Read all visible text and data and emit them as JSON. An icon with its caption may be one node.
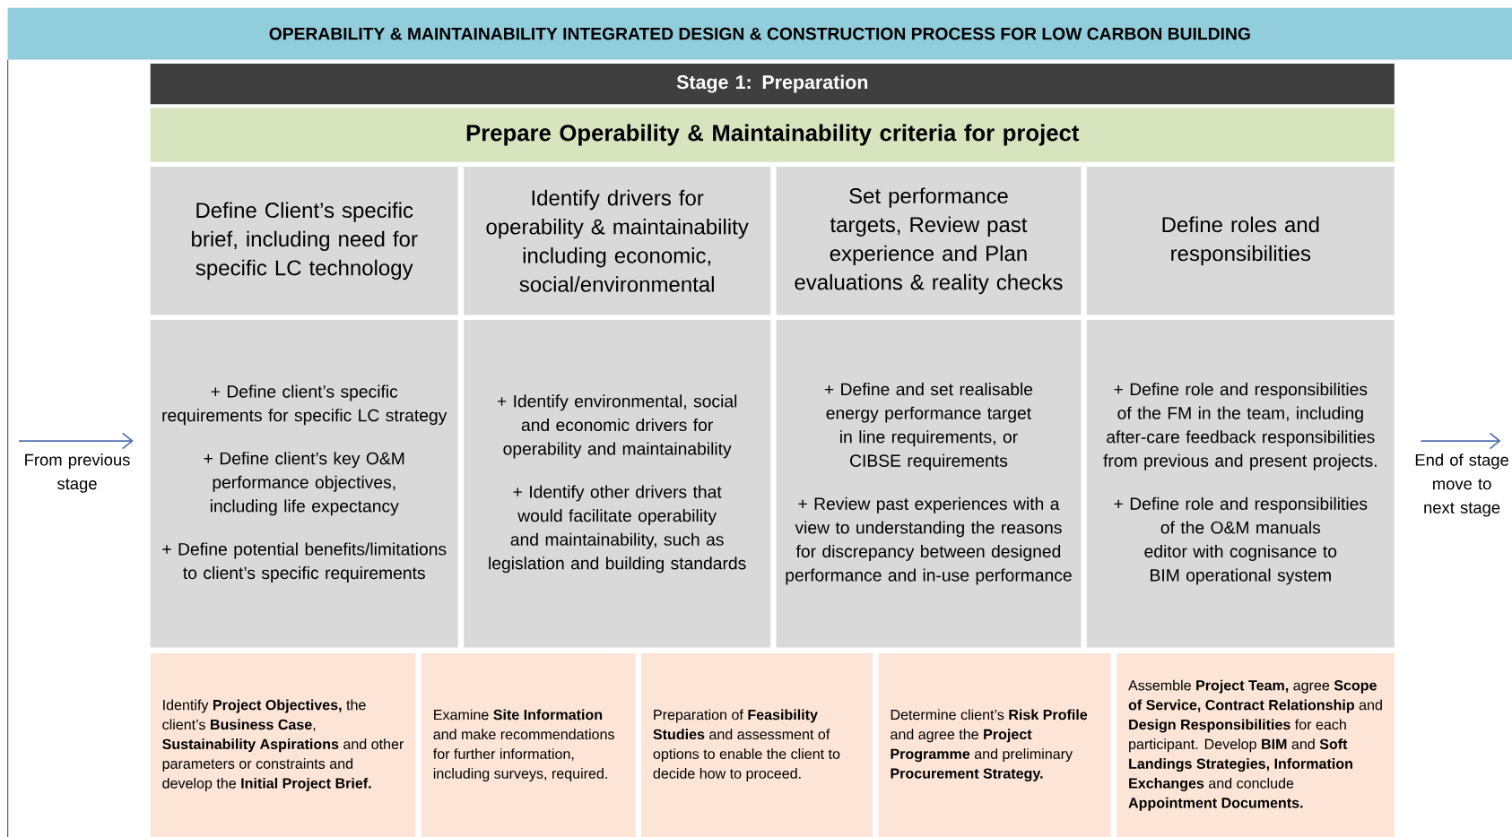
{
  "diagram": {
    "title": "OPERABILITY & MAINTAINABILITY INTEGRATED DESIGN & CONSTRUCTION PROCESS FOR LOW CARBON BUILDING",
    "nodes": [
      {
        "text": [
          "Stage 1: Preparation"
        ]
      },
      {
        "text": [
          "Prepare Operability & Maintainability criteria for project"
        ]
      },
      {
        "text": [
          "Define Client’s specific brief, including need for specific LC technology"
        ]
      },
      {
        "text": [
          "Identify drivers for operability & maintainability including economic, social/environmental"
        ]
      },
      {
        "text": [
          "Set performance targets, Review past experience and Plan evaluations & reality checks"
        ]
      },
      {
        "text": [
          "Define roles and responsibilities"
        ]
      },
      {
        "text": [
          "+ Define client’s specific requirements for specific LC strategy",
          "+ Define client’s key O&M performance objectives, including life expectancy",
          "+ Define potential benefits/limitations to client’s specific requirements"
        ]
      },
      {
        "text": [
          "+ Identify environmental, social and economic drivers for operability and maintainability",
          "+ Identify other drivers that would facilitate operability and maintainability, such as legislation and building standards"
        ]
      },
      {
        "text": [
          "+ Define and set realisable energy performance target in line requirements, or CIBSE requirements",
          "+ Review past experiences with a view to understanding the reasons for discrepancy between designed performance and in-use performance"
        ]
      },
      {
        "text": [
          "+ Define role and responsibilities of the FM in the team, including after-care feedback responsibilities from previous and present projects.",
          "+ Define role and responsibilities of the O&M manuals editor with cognisance to BIM operational system"
        ]
      },
      {
        "text": [
          "Identify **Project Objectives,** the client’s **Business Case**, **Sustainability Aspirations** and other parameters or constraints and develop the **Initial Project Brief.**"
        ]
      },
      {
        "text": [
          "Examine **Site Information** and make recommendations for further information, including surveys, required."
        ]
      },
      {
        "text": [
          "Preparation of **Feasibility Studies** and assessment of options to enable the client to decide how to proceed."
        ]
      },
      {
        "text": [
          "Determine client’s **Risk Profile** and agree the **Project Programme** and preliminary **Procurement Strategy.**"
        ]
      },
      {
        "text": [
          "Assemble **Project Team,** agree **Scope of Service, Contract Relationship** and **Design Responsibilities** for each participant. Develop **BIM** and **Soft Landings Strategies, Information Exchanges** and conclude **Appointment Documents.**"
        ]
      },
      {
        "text": [
          "From previous stage"
        ]
      },
      {
        "text": [
          "End of stage move to next stage"
        ]
      }
    ],
    "edges": [
      {
        "from": null,
        "to": 15,
        "arrow": "to"
      },
      {
        "from": null,
        "to": 16,
        "arrow": "to"
      }
    ]
  }
}
